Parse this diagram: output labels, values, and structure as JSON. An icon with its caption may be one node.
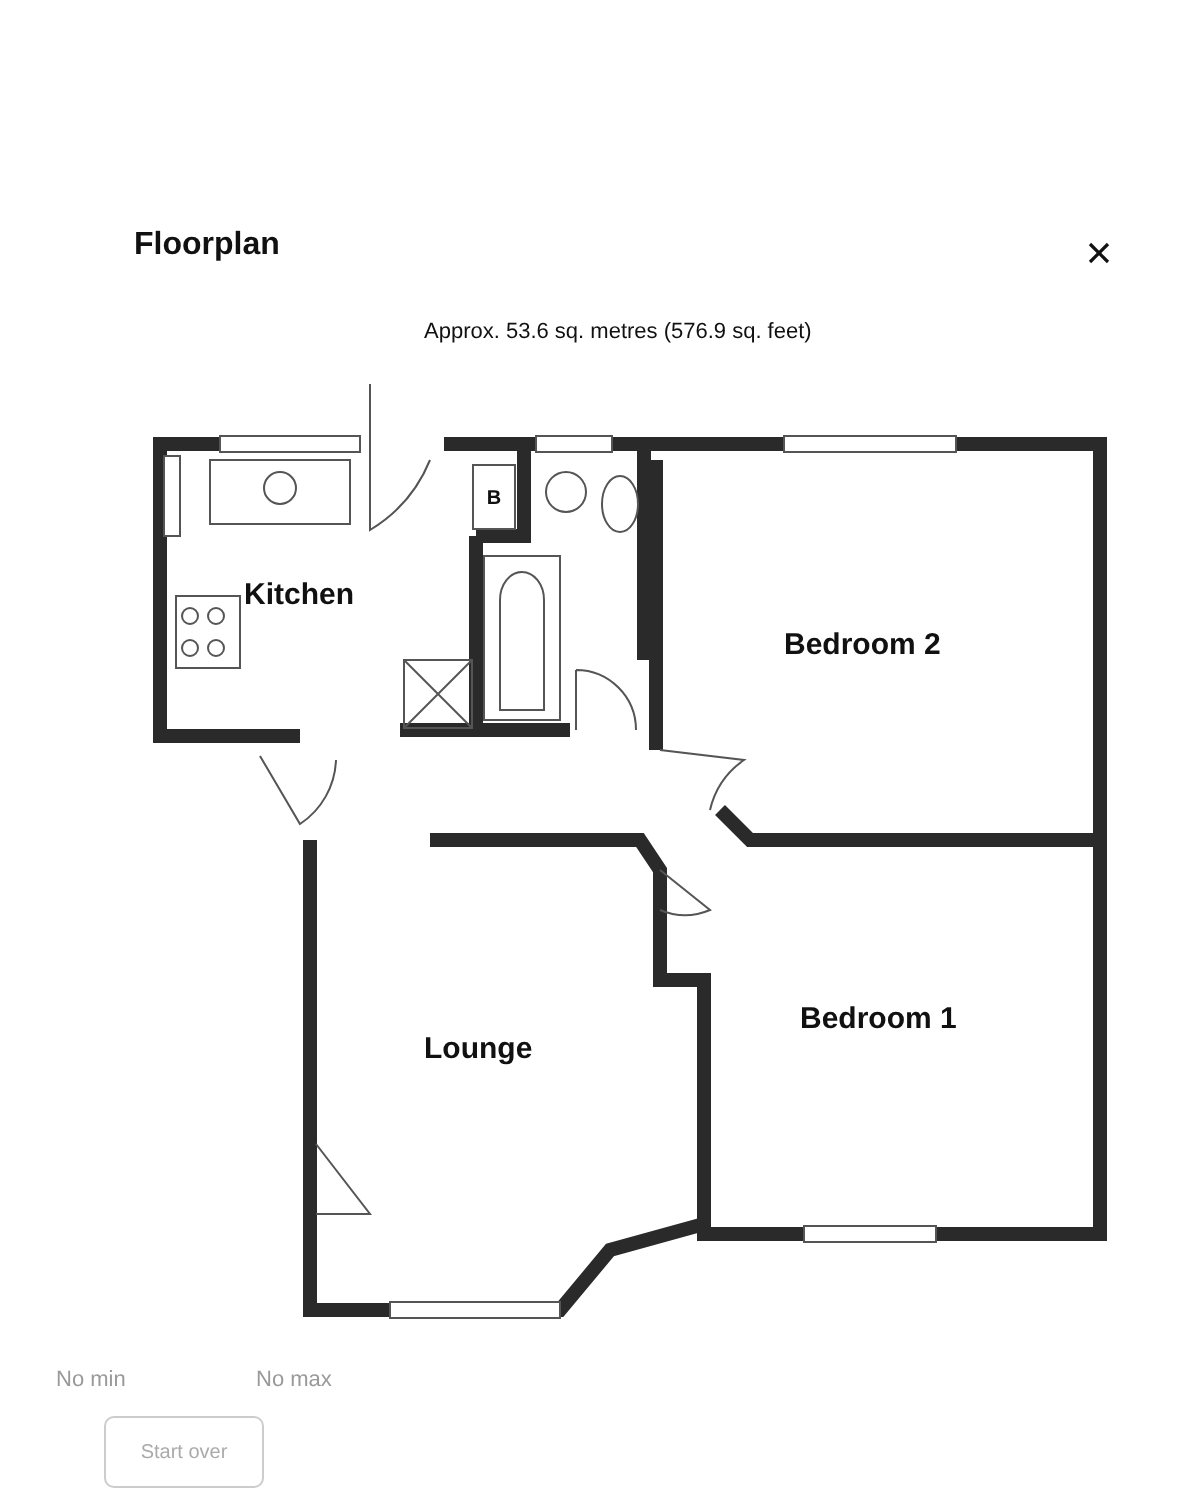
{
  "diagram": {
    "title": "Floorplan",
    "caption": "Approx. 53.6 sq. metres (576.9 sq. feet)",
    "nodes": [
      {
        "text": [
          "Kitchen"
        ]
      },
      {
        "text": [
          "B"
        ]
      },
      {
        "text": [
          "Bedroom 2"
        ]
      },
      {
        "text": [
          "Lounge"
        ]
      },
      {
        "text": [
          "Bedroom 1"
        ]
      }
    ],
    "edges": [],
    "labels": [
      "No min",
      "No max",
      "Start over"
    ]
  }
}
